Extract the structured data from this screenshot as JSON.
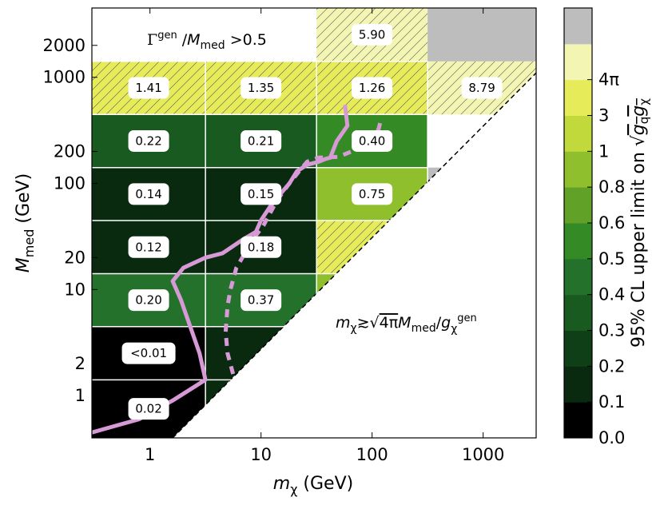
{
  "chart_data": {
    "type": "heatmap",
    "xlabel": "m_χ (GeV)",
    "ylabel": "M_med (GeV)",
    "x_scale": "log",
    "y_scale": "log",
    "xlim": [
      0.3,
      3000
    ],
    "ylim": [
      0.4,
      4500
    ],
    "x_ticks": [
      "1",
      "10",
      "100",
      "1000"
    ],
    "x_tick_values": [
      1,
      10,
      100,
      1000
    ],
    "y_ticks": [
      "1",
      "2",
      "10",
      "20",
      "100",
      "200",
      "1000",
      "2000"
    ],
    "y_tick_values": [
      1,
      2,
      10,
      20,
      100,
      200,
      1000,
      2000
    ],
    "colorbar": {
      "label": "95% CL upper limit on √(g_q g_χ)",
      "tick_labels": [
        "0.0",
        "0.1",
        "0.2",
        "0.3",
        "0.4",
        "0.5",
        "0.6",
        "0.8",
        "1",
        "3",
        "4π"
      ],
      "boundaries": [
        "0.0",
        "0.1",
        "0.2",
        "0.3",
        "0.4",
        "0.5",
        "0.6",
        "0.8",
        "1",
        "3",
        "4π",
        "max"
      ],
      "colors": [
        "#000000",
        "#0a2a10",
        "#0f3f17",
        "#185a1f",
        "#23712a",
        "#348a24",
        "#61a128",
        "#8fbf2d",
        "#c2d93b",
        "#e6eb5a",
        "#f3f5b3",
        "#bdbdbd"
      ]
    },
    "cells": [
      {
        "x": [
          0.3,
          3.16
        ],
        "y": [
          0.4,
          1.41
        ],
        "value": 0.02,
        "label": "0.02",
        "color": "#000000"
      },
      {
        "x": [
          0.3,
          3.16
        ],
        "y": [
          1.41,
          4.47
        ],
        "value": 0.005,
        "label": "<0.01",
        "color": "#000000"
      },
      {
        "x": [
          0.3,
          3.16
        ],
        "y": [
          4.47,
          14.1
        ],
        "value": 0.2,
        "label": "0.20",
        "color": "#23712a"
      },
      {
        "x": [
          0.3,
          3.16
        ],
        "y": [
          14.1,
          44.7
        ],
        "value": 0.12,
        "label": "0.12",
        "color": "#0a2a10"
      },
      {
        "x": [
          0.3,
          3.16
        ],
        "y": [
          44.7,
          141
        ],
        "value": 0.14,
        "label": "0.14",
        "color": "#0a2a10"
      },
      {
        "x": [
          0.3,
          3.16
        ],
        "y": [
          141,
          447
        ],
        "value": 0.22,
        "label": "0.22",
        "color": "#185a1f"
      },
      {
        "x": [
          0.3,
          3.16
        ],
        "y": [
          447,
          1414
        ],
        "value": 1.41,
        "label": "1.41",
        "color": "#e6eb5a",
        "hatched": true
      },
      {
        "x": [
          3.16,
          31.6
        ],
        "y": [
          0.4,
          4.47
        ],
        "value": 0.15,
        "label": "",
        "color": "#0a2a10"
      },
      {
        "x": [
          3.16,
          31.6
        ],
        "y": [
          4.47,
          14.1
        ],
        "value": 0.37,
        "label": "0.37",
        "color": "#23712a"
      },
      {
        "x": [
          3.16,
          31.6
        ],
        "y": [
          14.1,
          44.7
        ],
        "value": 0.18,
        "label": "0.18",
        "color": "#0a2a10"
      },
      {
        "x": [
          3.16,
          31.6
        ],
        "y": [
          44.7,
          141
        ],
        "value": 0.15,
        "label": "0.15",
        "color": "#0a2a10"
      },
      {
        "x": [
          3.16,
          31.6
        ],
        "y": [
          141,
          447
        ],
        "value": 0.21,
        "label": "0.21",
        "color": "#185a1f"
      },
      {
        "x": [
          3.16,
          31.6
        ],
        "y": [
          447,
          1414
        ],
        "value": 1.35,
        "label": "1.35",
        "color": "#e6eb5a",
        "hatched": true
      },
      {
        "x": [
          31.6,
          316
        ],
        "y": [
          4.47,
          14.1
        ],
        "value": 1.0,
        "label": "",
        "color": "#8fbf2d"
      },
      {
        "x": [
          31.6,
          316
        ],
        "y": [
          14.1,
          44.7
        ],
        "value": 1.5,
        "label": "",
        "color": "#e6eb5a",
        "hatched": true
      },
      {
        "x": [
          31.6,
          316
        ],
        "y": [
          44.7,
          141
        ],
        "value": 0.75,
        "label": "0.75",
        "color": "#8fbf2d"
      },
      {
        "x": [
          31.6,
          316
        ],
        "y": [
          141,
          447
        ],
        "value": 0.4,
        "label": "0.40",
        "color": "#348a24"
      },
      {
        "x": [
          31.6,
          316
        ],
        "y": [
          447,
          1414
        ],
        "value": 1.26,
        "label": "1.26",
        "color": "#e6eb5a",
        "hatched": true
      },
      {
        "x": [
          31.6,
          316
        ],
        "y": [
          1414,
          4500
        ],
        "value": 5.9,
        "label": "5.90",
        "color": "#f3f5b3",
        "hatched": true
      },
      {
        "x": [
          316,
          3000
        ],
        "y": [
          447,
          1414
        ],
        "value": 8.79,
        "label": "8.79",
        "color": "#f3f5b3",
        "hatched": true
      },
      {
        "x": [
          316,
          3000
        ],
        "y": [
          1414,
          4500
        ],
        "value": 20,
        "label": "",
        "color": "#bdbdbd"
      },
      {
        "x": [
          316,
          450
        ],
        "y": [
          100,
          141
        ],
        "value": 20,
        "label": "",
        "color": "#bdbdbd"
      }
    ],
    "series": [
      {
        "style": "solid",
        "color": "#d79ad7",
        "points": [
          [
            0.3,
            0.45
          ],
          [
            0.8,
            0.6
          ],
          [
            1.6,
            0.9
          ],
          [
            3.16,
            1.41
          ],
          [
            2.8,
            2.5
          ],
          [
            2.3,
            4.5
          ],
          [
            1.9,
            8
          ],
          [
            1.6,
            12
          ],
          [
            2.0,
            16
          ],
          [
            3.16,
            20
          ],
          [
            4.5,
            22
          ],
          [
            7,
            30
          ],
          [
            9,
            35
          ],
          [
            10,
            45
          ],
          [
            12,
            60
          ],
          [
            15,
            80
          ],
          [
            18,
            100
          ],
          [
            21,
            130
          ],
          [
            26,
            150
          ],
          [
            33,
            160
          ],
          [
            38,
            170
          ],
          [
            42,
            175
          ],
          [
            48,
            250
          ],
          [
            60,
            350
          ],
          [
            57,
            550
          ]
        ]
      },
      {
        "style": "dashed",
        "color": "#d79ad7",
        "points": [
          [
            5.6,
            1.6
          ],
          [
            5.0,
            2.5
          ],
          [
            4.8,
            4
          ],
          [
            5.0,
            7
          ],
          [
            5.3,
            10
          ],
          [
            6.0,
            16
          ],
          [
            8.5,
            30
          ],
          [
            10.5,
            40
          ],
          [
            14,
            70
          ],
          [
            18,
            100
          ],
          [
            22,
            130
          ],
          [
            26,
            160
          ],
          [
            33,
            175
          ],
          [
            50,
            178
          ],
          [
            65,
            200
          ],
          [
            85,
            230
          ],
          [
            100,
            260
          ],
          [
            115,
            330
          ],
          [
            120,
            400
          ]
        ]
      }
    ],
    "annotations": [
      {
        "text": "Γ^gen/M_med >0.5"
      },
      {
        "text": "m_χ ≳ √(4π) M_med/g_χ^gen"
      }
    ]
  }
}
